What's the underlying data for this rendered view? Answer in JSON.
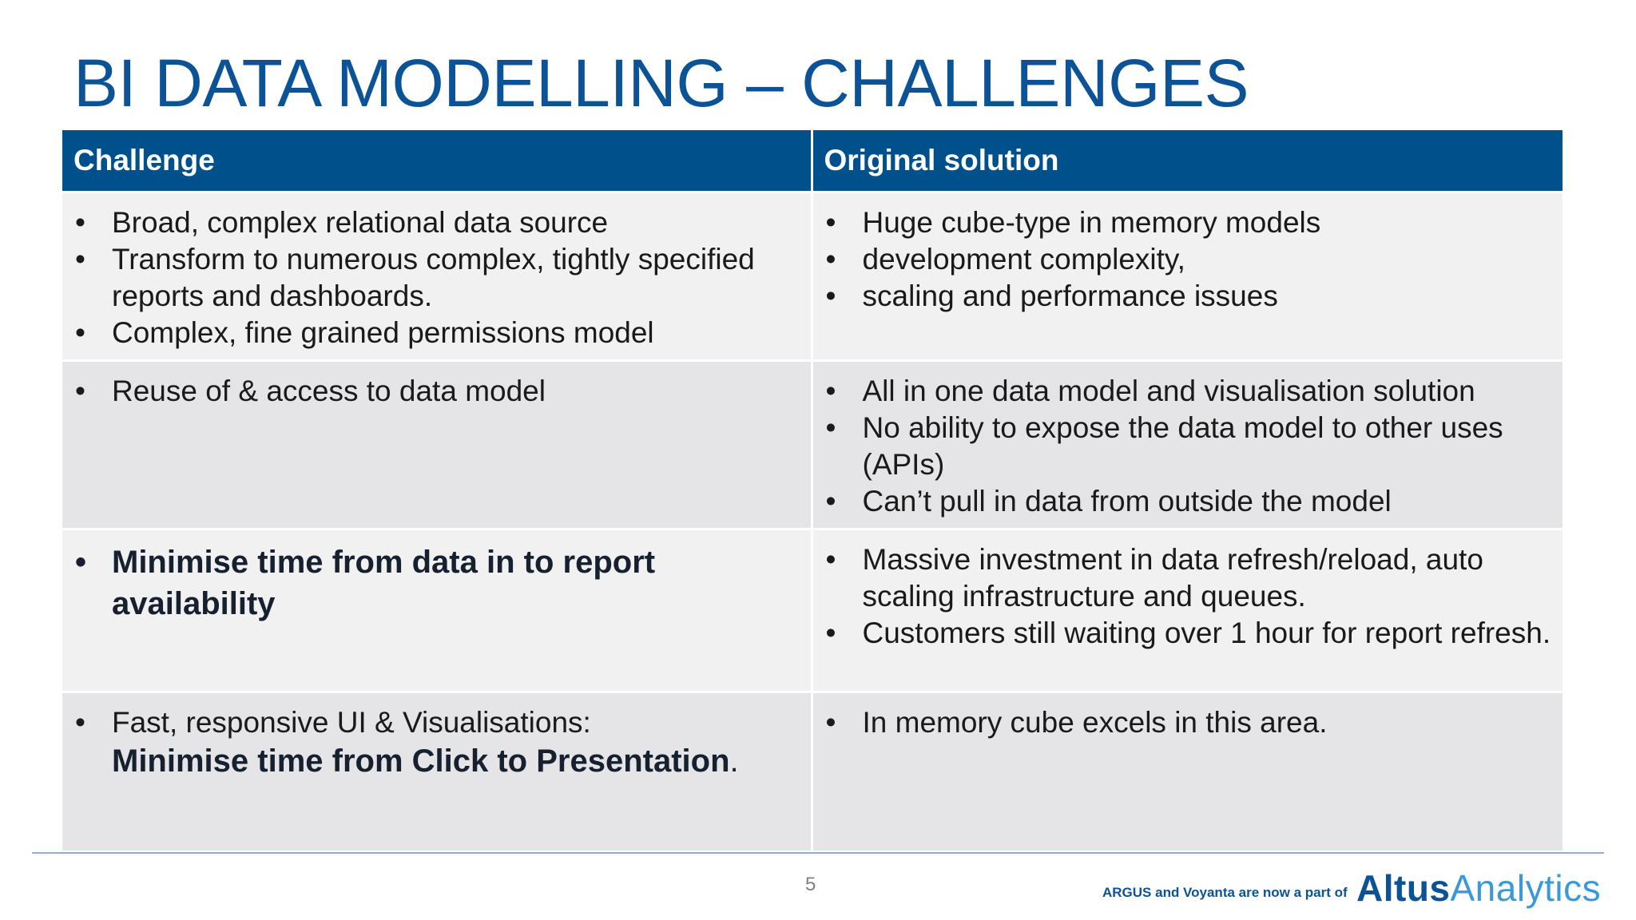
{
  "title": "BI DATA MODELLING – CHALLENGES",
  "table": {
    "headers": [
      "Challenge",
      "Original solution"
    ],
    "rows": [
      {
        "challenge": [
          "Broad, complex relational data source",
          "Transform to numerous complex, tightly specified reports and dashboards.",
          "Complex, fine grained permissions model"
        ],
        "solution": [
          "Huge cube-type in memory models",
          "development complexity,",
          "scaling and performance issues"
        ]
      },
      {
        "challenge": [
          "Reuse of & access to data model"
        ],
        "solution": [
          "All in one data model and visualisation solution",
          "No ability to expose the data model to other uses (APIs)",
          "Can’t pull in data from outside the model"
        ]
      },
      {
        "challenge": [
          "Minimise time from data in to report availability"
        ],
        "solution": [
          "Massive investment in data refresh/reload, auto scaling infrastructure and queues.",
          "Customers still waiting over 1 hour for report refresh."
        ]
      },
      {
        "challenge": [
          "Fast, responsive UI & Visualisations:"
        ],
        "challenge_emphasis": "Minimise time from Click to Presentation",
        "challenge_emphasis_suffix": ".",
        "solution": [
          "In memory cube excels in this area."
        ]
      }
    ]
  },
  "footer": {
    "page_number": "5",
    "note": "ARGUS and Voyanta are now a part of",
    "brand_part1": "Altus",
    "brand_part2": "Analytics"
  },
  "colors": {
    "title": "#0b5396",
    "header_bg": "#00508c",
    "row_odd": "#f1f1f2",
    "row_even": "#e5e5e7",
    "brand_dark": "#0b5396",
    "brand_light": "#3a9ad9"
  }
}
